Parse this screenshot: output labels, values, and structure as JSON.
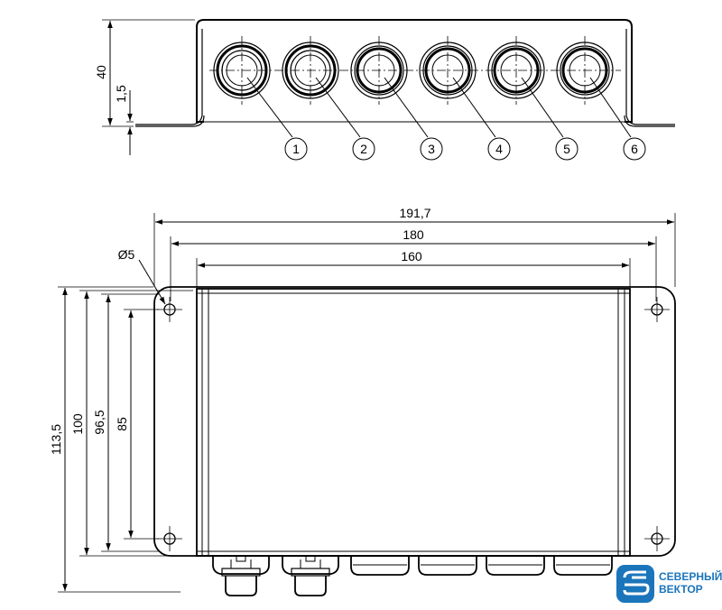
{
  "top_view": {
    "height_label": "40",
    "flange_label": "1,5",
    "ports": [
      "1",
      "2",
      "3",
      "4",
      "5",
      "6"
    ]
  },
  "front_view": {
    "width_overall": "191,7",
    "width_holes": "180",
    "width_body": "160",
    "hole_diameter": "Ø5",
    "height_overall": "113,5",
    "height_100": "100",
    "height_96_5": "96,5",
    "height_85": "85"
  },
  "logo": {
    "line1": "СЕВЕРНЫЙ",
    "line2": "ВЕКТОР",
    "color": "#1b75bb"
  }
}
